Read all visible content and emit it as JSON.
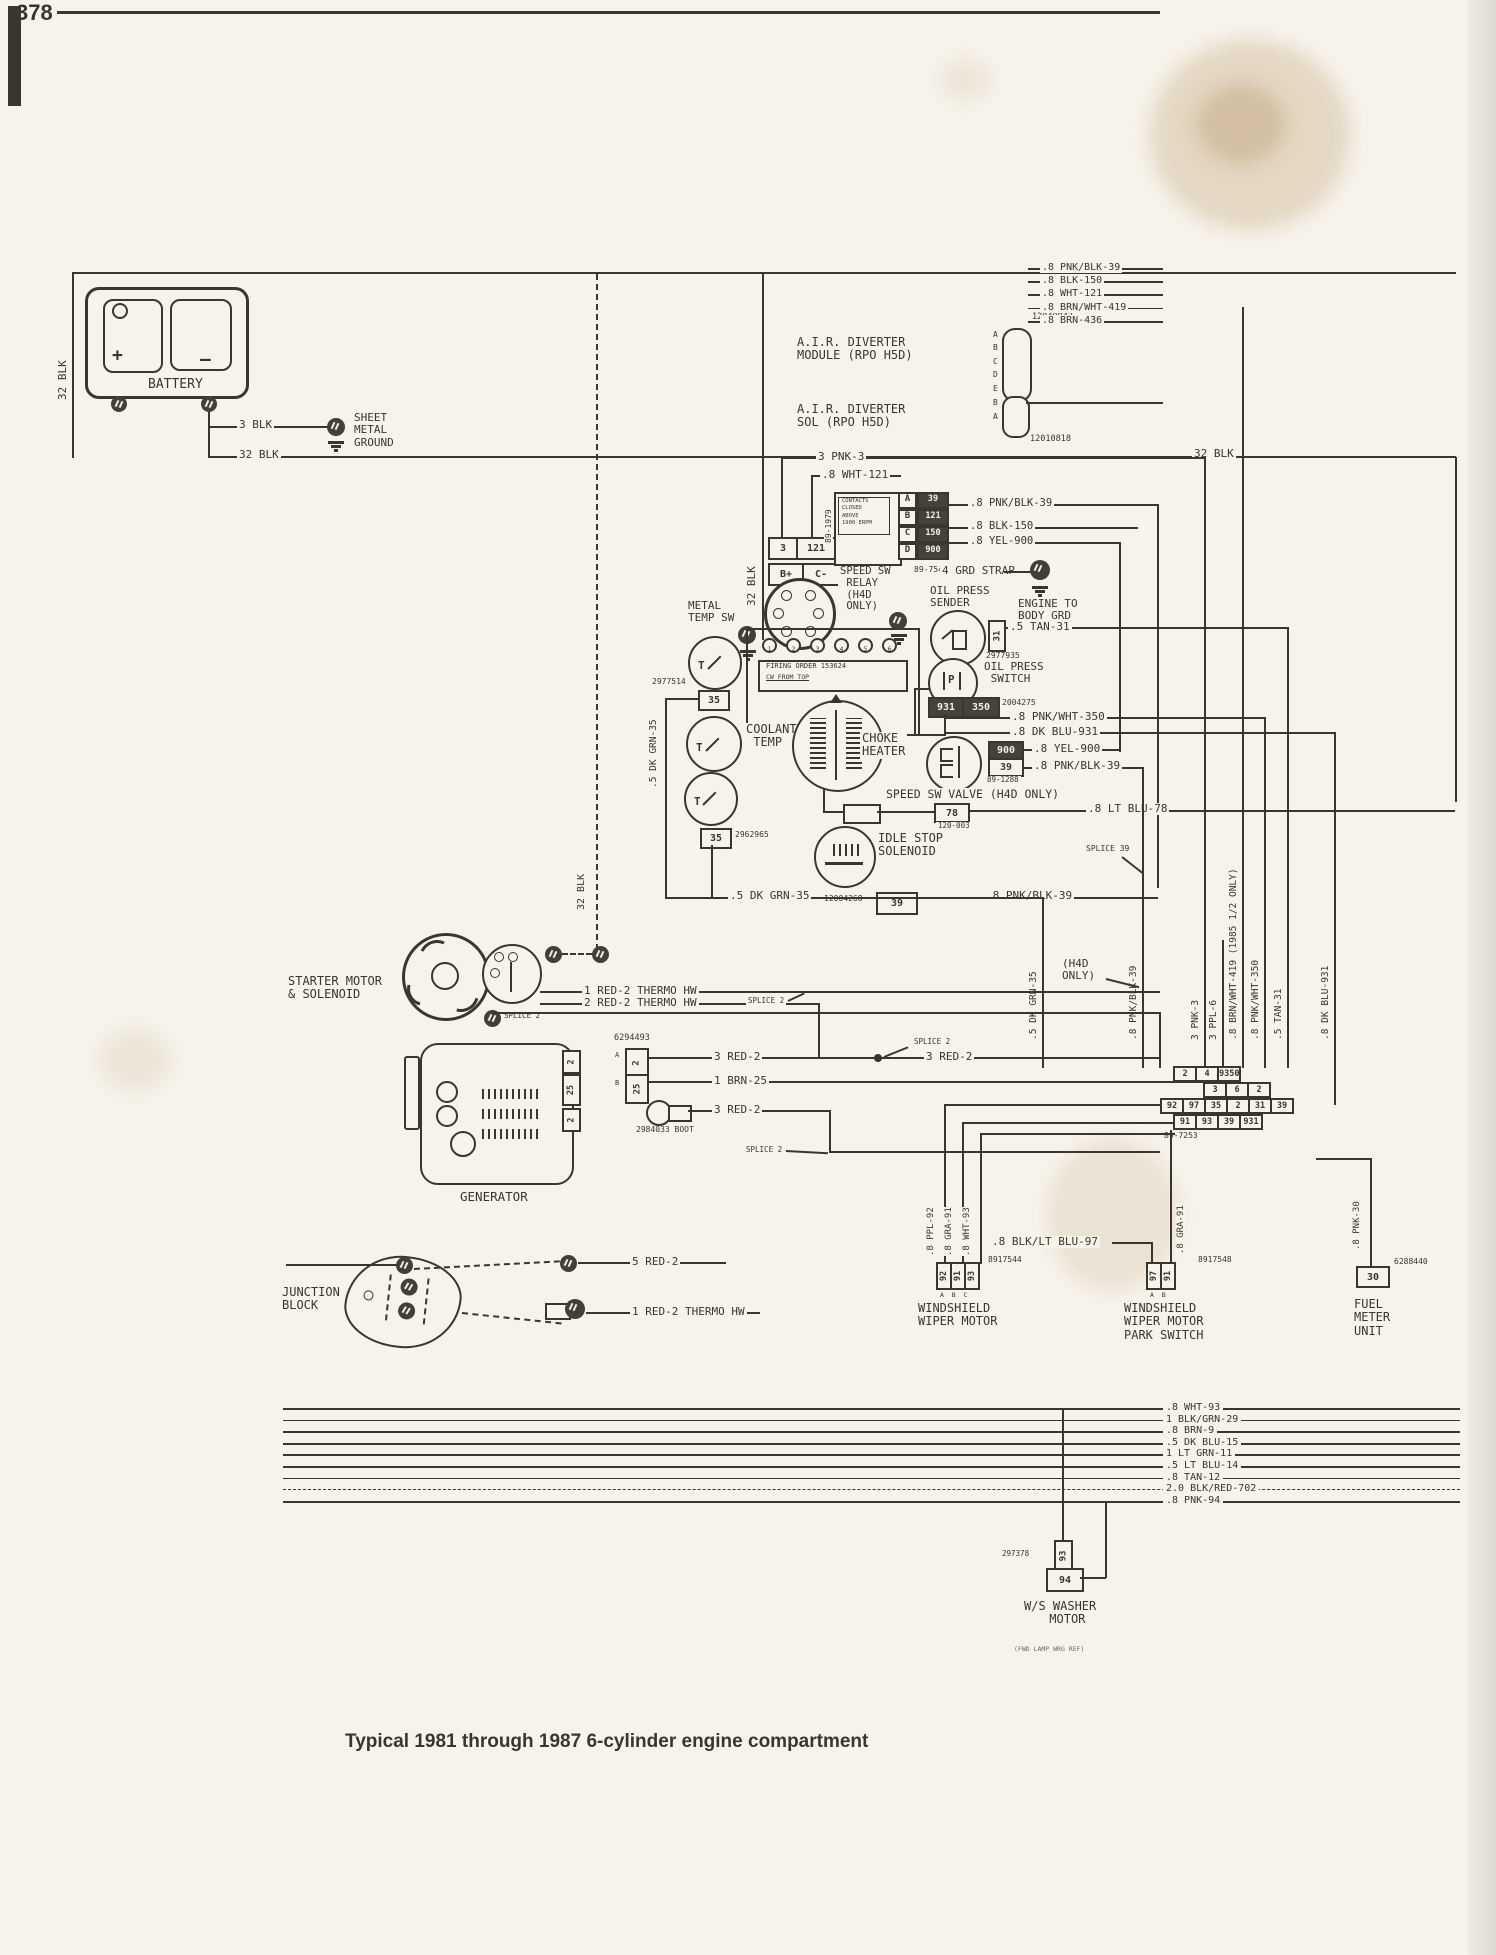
{
  "page": {
    "number": "378",
    "caption": "Typical 1981 through 1987 6-cylinder engine compartment"
  },
  "battery": {
    "label": "BATTERY",
    "plus": "+",
    "minus": "–",
    "wire_side": "32 BLK",
    "wire_ground": "3 BLK",
    "ground": "SHEET\nMETAL\nGROUND",
    "wire_main": "32 BLK",
    "wire_top_right": "32 BLK"
  },
  "air_module": {
    "title": "A.I.R. DIVERTER\nMODULE (RPO H5D)",
    "connector": "12040947",
    "pins": [
      "A",
      "B",
      "C",
      "D",
      "E"
    ],
    "wires": [
      ".8 PNK/BLK-39",
      ".8 BLK-150",
      ".8 WHT-121",
      ".8 BRN/WHT-419",
      ".8 BRN-436"
    ]
  },
  "air_sol": {
    "title": "A.I.R. DIVERTER\nSOL (RPO H5D)",
    "connector": "12010818",
    "pins": [
      "B",
      "A"
    ]
  },
  "speed_relay": {
    "wire_pnk": "3 PNK-3",
    "wire_wht": ".8 WHT-121",
    "contacts": "CONTACTS\nCLOSED\nABOVE\n1900 ERPM",
    "pins": [
      "A",
      "B",
      "C",
      "D"
    ],
    "cells": [
      "39",
      "121",
      "150",
      "900"
    ],
    "connector": "89-7542",
    "side_code": "89-1979",
    "title": "SPEED SW\n RELAY\n (H4D\n ONLY)",
    "wires": [
      ".8 PNK/BLK-39",
      ".8 BLK-150",
      ".8 YEL-900"
    ],
    "conn3": "3",
    "conn121": "121",
    "term_b": "B+",
    "term_c": "C-",
    "wire_32": "32 BLK"
  },
  "engine": {
    "metal_temp": "METAL\nTEMP SW",
    "firing1": "FIRING ORDER 153624",
    "firing2": "CW FROM TOP",
    "plugs": [
      "1",
      "2",
      "3",
      "4",
      "5",
      "6"
    ],
    "grd_strap": "4 GRD STRAP",
    "body_grd": "ENGINE TO\nBODY GRD"
  },
  "oil": {
    "sender": "OIL PRESS\nSENDER",
    "sender_conn": "31",
    "sender_code": "2977935",
    "sender_wire": ".5 TAN-31",
    "switch": "OIL PRESS\n SWITCH",
    "switch_letter": "P",
    "conn_cells": [
      "931",
      "350"
    ],
    "conn_code": "2004275",
    "wires": [
      ".8 PNK/WHT-350",
      ".8 DK BLU-931"
    ]
  },
  "temp": {
    "letter": "T",
    "conn35": "35",
    "conn35_code": "2977514",
    "coolant": "COOLANT\n TEMP",
    "conn35b": "35",
    "conn35b_code": "2962965",
    "wire_grn": ".5 DK GRN-35"
  },
  "choke": {
    "label": "CHOKE\nHEATER"
  },
  "valve": {
    "cells": [
      "900",
      "39"
    ],
    "code": "89-1288",
    "wires": [
      ".8 YEL-900",
      ".8 PNK/BLK-39"
    ],
    "label": "SPEED SW VALVE (H4D ONLY)",
    "conn78": "78",
    "conn78_code": "120-003",
    "wire78": ".8 LT BLU-78"
  },
  "idle": {
    "label": "IDLE STOP\nSOLENOID",
    "conn": "39",
    "code": "12004268",
    "wire": ".8 PNK/BLK-39"
  },
  "splices": {
    "s2": "SPLICE 2",
    "s39": "SPLICE 39"
  },
  "starter": {
    "label": "STARTER MOTOR\n& SOLENOID",
    "wire1": "1 RED-2 THERMO HW",
    "wire2": "2 RED-2 THERMO HW"
  },
  "generator": {
    "label": "GENERATOR",
    "terms": [
      "2",
      "25",
      "2"
    ],
    "conn_code": "6294493",
    "pins": [
      "A",
      "B"
    ],
    "wire_red": "3 RED-2",
    "wire_brn": "1 BRN-25",
    "wire_red2": "3 RED-2",
    "boot": "2984033 BOOT"
  },
  "junction": {
    "label": "JUNCTION\nBLOCK",
    "wire5": "5 RED-2",
    "wire1": "1 RED-2 THERMO HW"
  },
  "bundle": {
    "labels": [
      ".5 DK GRN-35",
      ".8 PNK/BLK-39",
      "3 PNK-3",
      "3 PPL-6",
      ".8 BRN/WHT-419 (1985 1/2 ONLY)",
      ".8 PNK/WHT-350",
      ".5 TAN-31",
      ".8 DK BLU-931"
    ],
    "h4d": "(H4D\nONLY)"
  },
  "grid": {
    "row1": [
      "2",
      "4",
      "9350"
    ],
    "row2": [
      "3",
      "6",
      "2"
    ],
    "row3": [
      "92",
      "97",
      "35",
      "2",
      "31",
      "39"
    ],
    "row4": [
      "91",
      "93",
      "39",
      "931"
    ],
    "code": "89-7253"
  },
  "wiper": {
    "wires": [
      ".8 PPL-92",
      ".8 GRA-91",
      ".8 WHT-93"
    ],
    "conn_code": "8917544",
    "cells": [
      "92",
      "91",
      "93"
    ],
    "pins": "A  B  C",
    "label": "WINDSHIELD\nWIPER MOTOR",
    "blk_wire": ".8 BLK/LT BLU-97"
  },
  "park": {
    "wire": ".8 GRA-91",
    "conn_code": "8917548",
    "cells": [
      "97",
      "91"
    ],
    "pins": "A  B",
    "label": "WINDSHIELD\nWIPER MOTOR\nPARK SWITCH"
  },
  "fuel": {
    "wire": ".8 PNK-30",
    "conn_code": "6288440",
    "cell": "30",
    "label": "FUEL\nMETER\nUNIT"
  },
  "bus": [
    ".8 WHT-93",
    "1 BLK/GRN-29",
    ".8 BRN-9",
    ".5 DK BLU-15",
    "1 LT GRN-11",
    ".5 LT BLU-14",
    ".8 TAN-12",
    "2.0 BLK/RED-702",
    ".8 PNK-94"
  ],
  "washer": {
    "cell93": "93",
    "cell94": "94",
    "code": "297378",
    "label": "W/S WASHER\n  MOTOR",
    "note": "(FWD LAMP WRG REF)"
  }
}
